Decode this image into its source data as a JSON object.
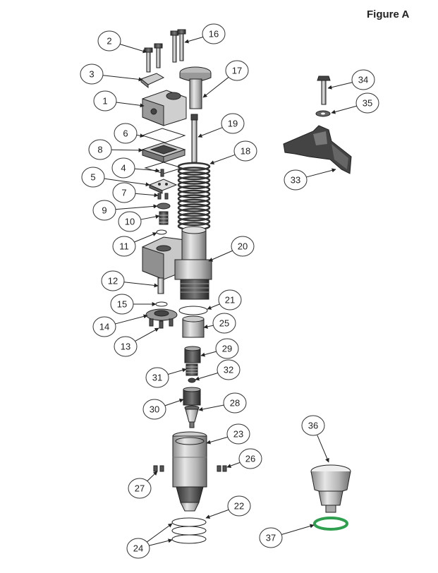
{
  "figure": {
    "title": "Figure A"
  },
  "callouts": [
    "1",
    "2",
    "3",
    "4",
    "5",
    "6",
    "7",
    "8",
    "9",
    "10",
    "11",
    "12",
    "13",
    "14",
    "15",
    "16",
    "17",
    "18",
    "19",
    "20",
    "21",
    "22",
    "23",
    "24",
    "25",
    "26",
    "27",
    "28",
    "29",
    "30",
    "31",
    "32",
    "33",
    "34",
    "35",
    "36",
    "37"
  ],
  "colors": {
    "part_fill": "#d9d9d9",
    "part_dark": "#555555",
    "outline": "#222222",
    "accent_ring": "#2e9e4f"
  }
}
